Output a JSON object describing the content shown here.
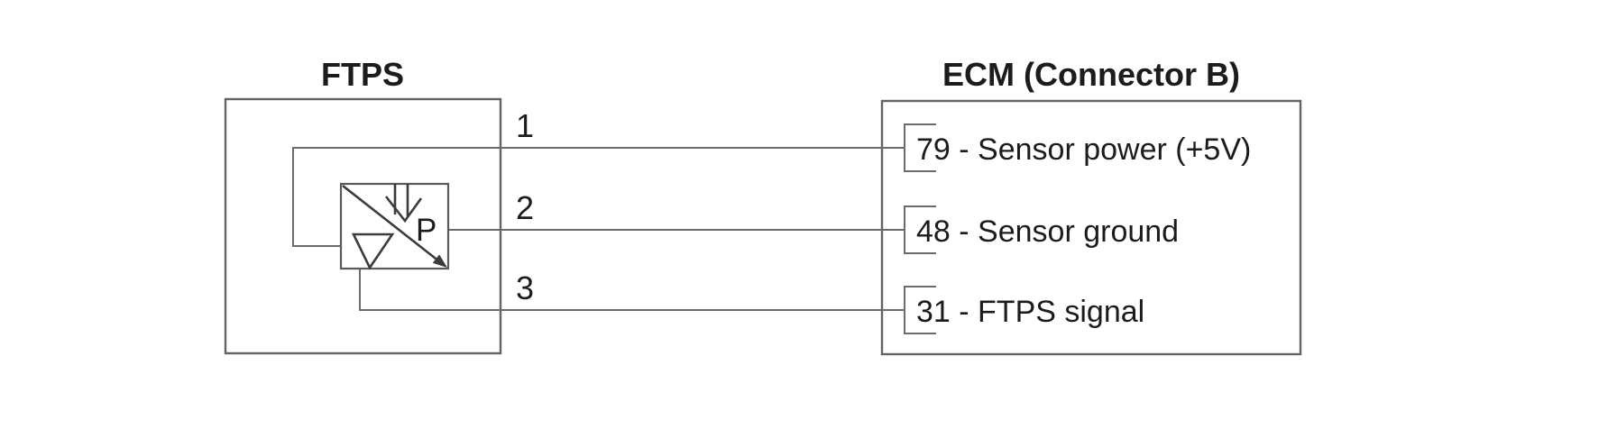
{
  "diagram": {
    "left_box": {
      "title": "FTPS"
    },
    "right_box": {
      "title": "ECM (Connector B)"
    },
    "sensor": {
      "pressure_label": "P"
    },
    "wires": [
      {
        "number": "1",
        "pin_label": "79 - Sensor power (+5V)"
      },
      {
        "number": "2",
        "pin_label": "48 - Sensor ground"
      },
      {
        "number": "3",
        "pin_label": "31 - FTPS signal"
      }
    ],
    "colors": {
      "background": "#ffffff",
      "line": "#6b6b6b",
      "sensor_line": "#3c3c3c",
      "text": "#1c1c1c"
    }
  }
}
